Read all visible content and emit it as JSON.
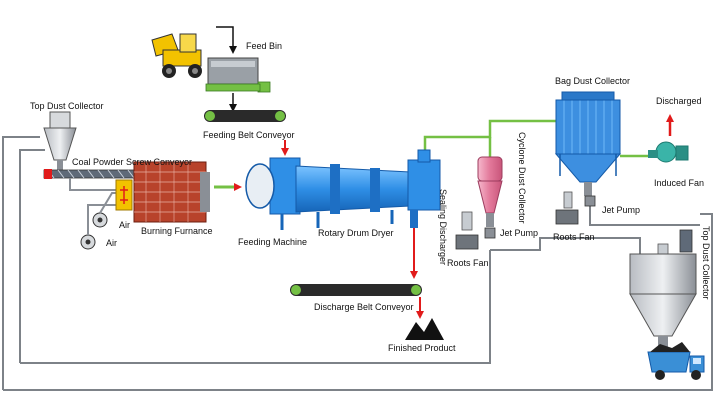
{
  "labels": {
    "feed_bin": "Feed Bin",
    "feeding_belt_conveyor": "Feeding Belt Conveyor",
    "top_dust_collector_left": "Top Dust Collector",
    "coal_powder_screw_conveyor": "Coal Powder Screw Conveyor",
    "air_1": "Air",
    "air_2": "Air",
    "burning_furnace": "Burning Furnance",
    "feeding_machine": "Feeding Machine",
    "rotary_drum_dryer": "Rotary Drum Dryer",
    "sealing_discharger": "Sealing Discharger",
    "discharge_belt_conveyor": "Discharge Belt Conveyor",
    "finished_product": "Finished Product",
    "cyclone_dust_collector": "Cyclone Dust Collector",
    "roots_fan_1": "Roots Fan",
    "jet_pump_1": "Jet Pump",
    "bag_dust_collector": "Bag Dust Collector",
    "discharged": "Discharged",
    "induced_fan": "Induced Fan",
    "jet_pump_2": "Jet Pump",
    "roots_fan_2": "Roots Fan",
    "top_dust_collector_right": "Top Dust Collector"
  },
  "colors": {
    "dryer_blue": "#2f8fe6",
    "pipe_green": "#74c044",
    "arrow_red": "#e11b1b",
    "cyclone_pink": "#e2789a",
    "furnace_brick": "#b8432b",
    "loader_yellow": "#f2c200",
    "duct_gray": "#8a8f96"
  }
}
